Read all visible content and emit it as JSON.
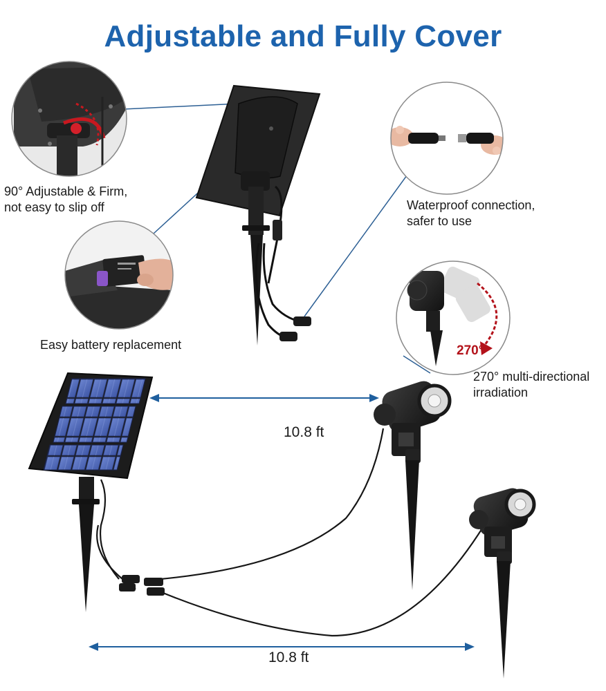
{
  "title": "Adjustable and Fully Cover",
  "callouts": {
    "adjustable": {
      "line1": "90° Adjustable & Firm,",
      "line2": "not easy to slip off"
    },
    "waterproof": {
      "line1": "Waterproof connection,",
      "line2": "safer to use"
    },
    "battery": {
      "line1": "Easy battery replacement"
    },
    "rotation": {
      "line1": "270° multi-directional",
      "line2": "irradiation",
      "badge": "270°"
    }
  },
  "dimensions": {
    "upper": "10.8 ft",
    "lower": "10.8 ft"
  },
  "colors": {
    "title": "#1d63ad",
    "arrow": "#1f5f9e",
    "leader": "#2c5f94",
    "badge": "#b3121a"
  }
}
